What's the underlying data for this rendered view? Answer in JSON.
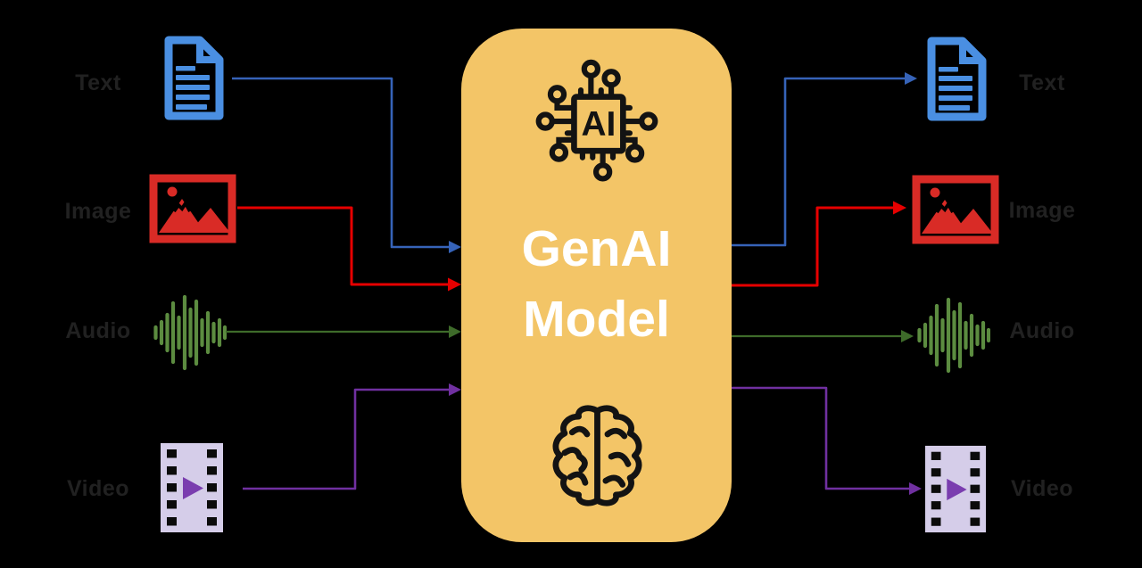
{
  "canvas": {
    "background": "#000000"
  },
  "model": {
    "title_line1": "GenAI",
    "title_line2": "Model",
    "box_color": "#F3C567",
    "title_color": "#FFFFFF",
    "chip_label": "AI",
    "icon_ink": "#131313"
  },
  "label_color": "#212121",
  "palette": {
    "ink": "#0B0B0B",
    "snow_line": "#000000"
  },
  "modalities": [
    {
      "id": "text",
      "label": "Text",
      "icon_color": "#4A8FE2",
      "line_color": "#3663B8"
    },
    {
      "id": "image",
      "label": "Image",
      "icon_color": "#D92B26",
      "line_color": "#E60000"
    },
    {
      "id": "audio",
      "label": "Audio",
      "icon_color": "#5C8C40",
      "line_color": "#3E6B2A"
    },
    {
      "id": "video",
      "label": "Video",
      "icon_color": "#7A3DAF",
      "line_color": "#7030A0",
      "film_bg": "#D5CDE9"
    }
  ]
}
